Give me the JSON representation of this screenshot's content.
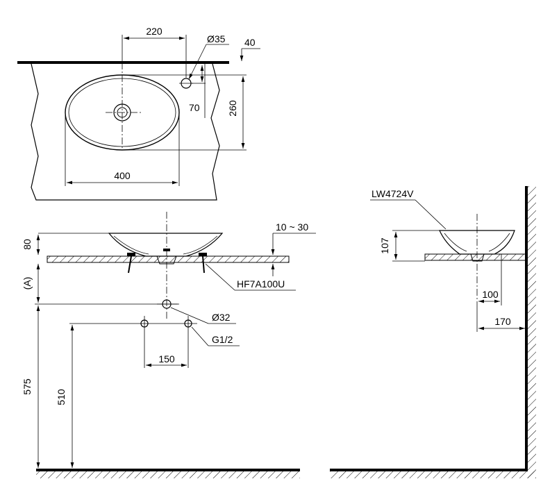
{
  "top_view": {
    "dim_tap_offset": "220",
    "dim_hole_dia": "Ø35",
    "dim_counter_thickness": "40",
    "dim_hole_setback": "70",
    "dim_basin_depth": "260",
    "dim_basin_width": "400"
  },
  "front_view": {
    "dim_basin_height": "80",
    "dim_counter_range": "10 ~ 30",
    "dim_a": "(A)",
    "part_drain": "HF7A100U",
    "dim_drain_dia": "Ø32",
    "dim_thread": "G1/2",
    "dim_supply_spacing": "150",
    "dim_drain_height": "575",
    "dim_supply_height": "510"
  },
  "side_view": {
    "model": "LW4724V",
    "dim_height": "107",
    "dim_drain_from_wall": "100",
    "dim_basin_from_wall": "170"
  }
}
